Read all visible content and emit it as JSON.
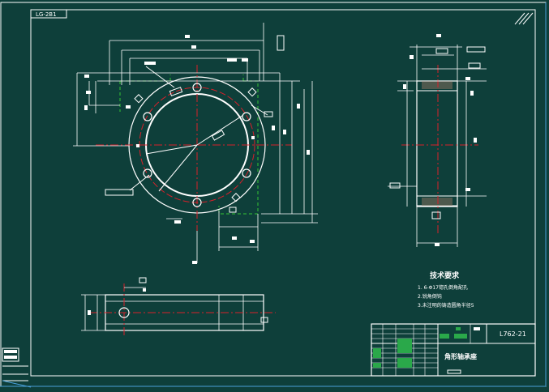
{
  "drawing": {
    "frame_tag": "LG-2B1",
    "part_code": "L762-21",
    "part_name": "角形轴承座",
    "tech_title": "技术要求",
    "tech_notes": [
      "1. 6-Φ17锪孔倒角配孔",
      "2.锐角倒钝",
      "3.未注明的铸造圆角半径5"
    ]
  },
  "colors": {
    "background": "#0e3f3a",
    "line": "#ffffff",
    "center_line": "#d8202a",
    "hidden_line": "#34c534",
    "dimension": "#ffffff",
    "title_fill": "#2aa84a"
  }
}
